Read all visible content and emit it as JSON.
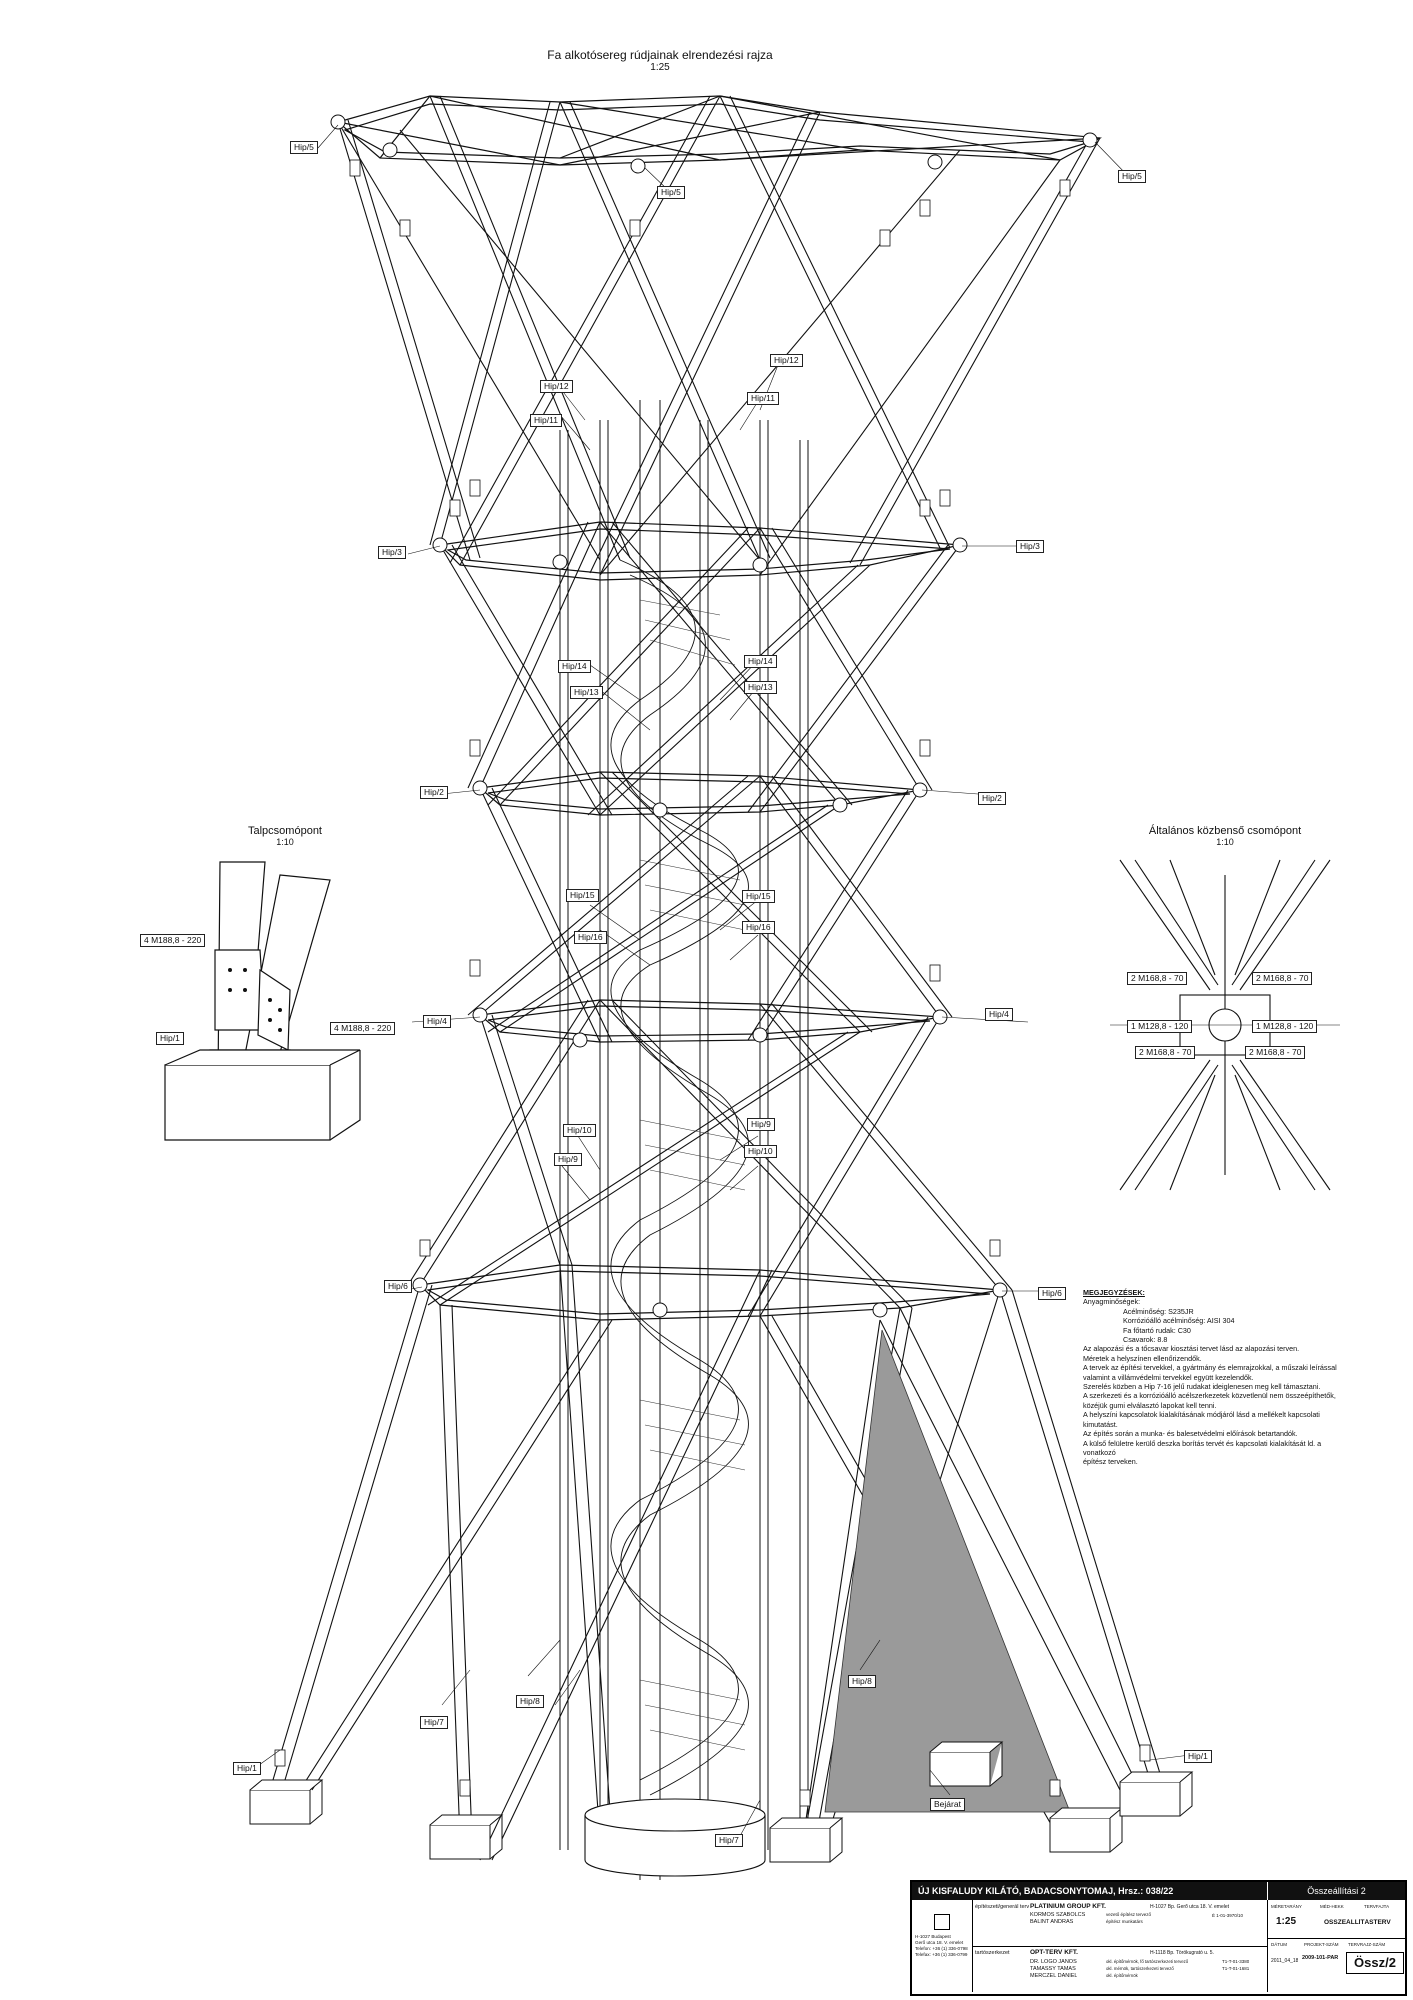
{
  "main_title": "Fa alkotósereg rúdjainak elrendezési rajza",
  "main_scale": "1:25",
  "detail_left": {
    "title": "Talpcsomópont",
    "scale": "1:10",
    "bolt_top": "4 M188,8 - 220",
    "bolt_right": "4 M188,8 - 220",
    "tag": "Hip/1"
  },
  "detail_right": {
    "title": "Általános közbenső csomópont",
    "scale": "1:10",
    "tl": "2 M168,8 - 70",
    "tr": "2 M168,8 - 70",
    "ml": "1 M128,8 - 120",
    "mr": "1 M128,8 - 120",
    "bl": "2 M168,8 - 70",
    "br": "2 M168,8 - 70"
  },
  "member_labels": [
    "Hip/5",
    "Hip/5",
    "Hip/5",
    "Hip/12",
    "Hip/12",
    "Hip/11",
    "Hip/11",
    "Hip/3",
    "Hip/3",
    "Hip/14",
    "Hip/14",
    "Hip/13",
    "Hip/13",
    "Hip/2",
    "Hip/2",
    "Hip/15",
    "Hip/15",
    "Hip/16",
    "Hip/16",
    "Hip/4",
    "Hip/4",
    "Hip/10",
    "Hip/9",
    "Hip/9",
    "Hip/10",
    "Hip/6",
    "Hip/6",
    "Hip/7",
    "Hip/8",
    "Hip/8",
    "Hip/1",
    "Hip/1",
    "Hip/7"
  ],
  "entrance": "Bejárat",
  "notes": {
    "heading": "MEGJEGYZÉSEK:",
    "materials_heading": "Anyagminőségek:",
    "materials": [
      "Acélminőség: S235JR",
      "Korrózióálló acélminőség: AISI 304",
      "Fa főtartó rudak: C30",
      "Csavarok: 8.8"
    ],
    "lines": [
      "Az alapozási és a tőcsavar kiosztási tervet lásd az alapozási terven.",
      "Méretek a helyszínen ellenőrizendők.",
      "A tervek az építési tervekkel, a gyártmány és elemrajzokkal, a műszaki leírással",
      "valamint a villámvédelmi tervekkel együtt kezelendők.",
      "Szerelés közben a Hip 7-16 jelű rudakat ideiglenesen meg kell támasztani.",
      "A szerkezeti és a korrózióálló acélszerkezetek közvetlenül nem összeépíthetők,",
      "közéjük gumi elválasztó lapokat kell tenni.",
      "A helyszíni kapcsolatok kialakításának módjáról lásd a mellékelt kapcsolati kimutatást.",
      "Az építés során a munka- és balesetvédelmi előírások betartandók.",
      "A külső felületre kerülő deszka borítás tervét és kapcsolati kialakítását ld. a vonatkozó",
      "építész terveken."
    ]
  },
  "title_block": {
    "project": "ÚJ KISFALUDY KILÁTÓ, BADACSONYTOMAJ, Hrsz.: 038/22",
    "sheet_title": "Összeállítási 2",
    "c1_label": "építészeti/generál terv",
    "c1_firm": "PLATINIUM GROUP KFT.",
    "c1_addr": "H-1027 Bp. Gerő utca 18. V. emelet",
    "c1_names": [
      "KÖRMÖS SZABOLCS",
      "BÁLINT ANDRÁS"
    ],
    "c1_roles": [
      "vezető építész tervező",
      "építész munkatárs"
    ],
    "c1_reg": "É 1-01-3970/10",
    "c2_label": "tartószerkezet",
    "c2_firm": "OPT-TERV KFT.",
    "c2_addr": "H-1118 Bp. Törökugrató u. 5.",
    "c2_names": [
      "DR. LÓGÓ JÁNOS",
      "TAMÁSSY TAMÁS",
      "MERCZEL DÁNIEL"
    ],
    "c2_roles": [
      "okl. építőmérnök, fő tartószerkezeti tervező",
      "okl. mérnök, tartószerkezeti tervező",
      "okl. építőmérnök"
    ],
    "c2_regs": [
      "T1-T-01-3380",
      "T1-T-01-1681"
    ],
    "office_addr": [
      "H-1027 Budapest",
      "Gerő utca 18. V. emelet",
      "Telefon: +36 (1) 336-0798",
      "Telefax: +36 (1) 336-0799"
    ],
    "hdr_scale_label": "MÉRETARÁNY",
    "hdr_page_label": "MÉD-HEKK",
    "hdr_type_label": "TERVFAJTA",
    "scale": "1:25",
    "plan_type": "ÖSSZEÁLLÍTÁSTERV",
    "date_label": "DÁTUM",
    "proj_num_label": "PROJEKT-SZÁM",
    "plan_num_label": "TERVRAJZ-SZÁM",
    "date": "2011_04_18",
    "proj_num": "2009-101-PAR",
    "sheet_no": "Össz/2"
  }
}
